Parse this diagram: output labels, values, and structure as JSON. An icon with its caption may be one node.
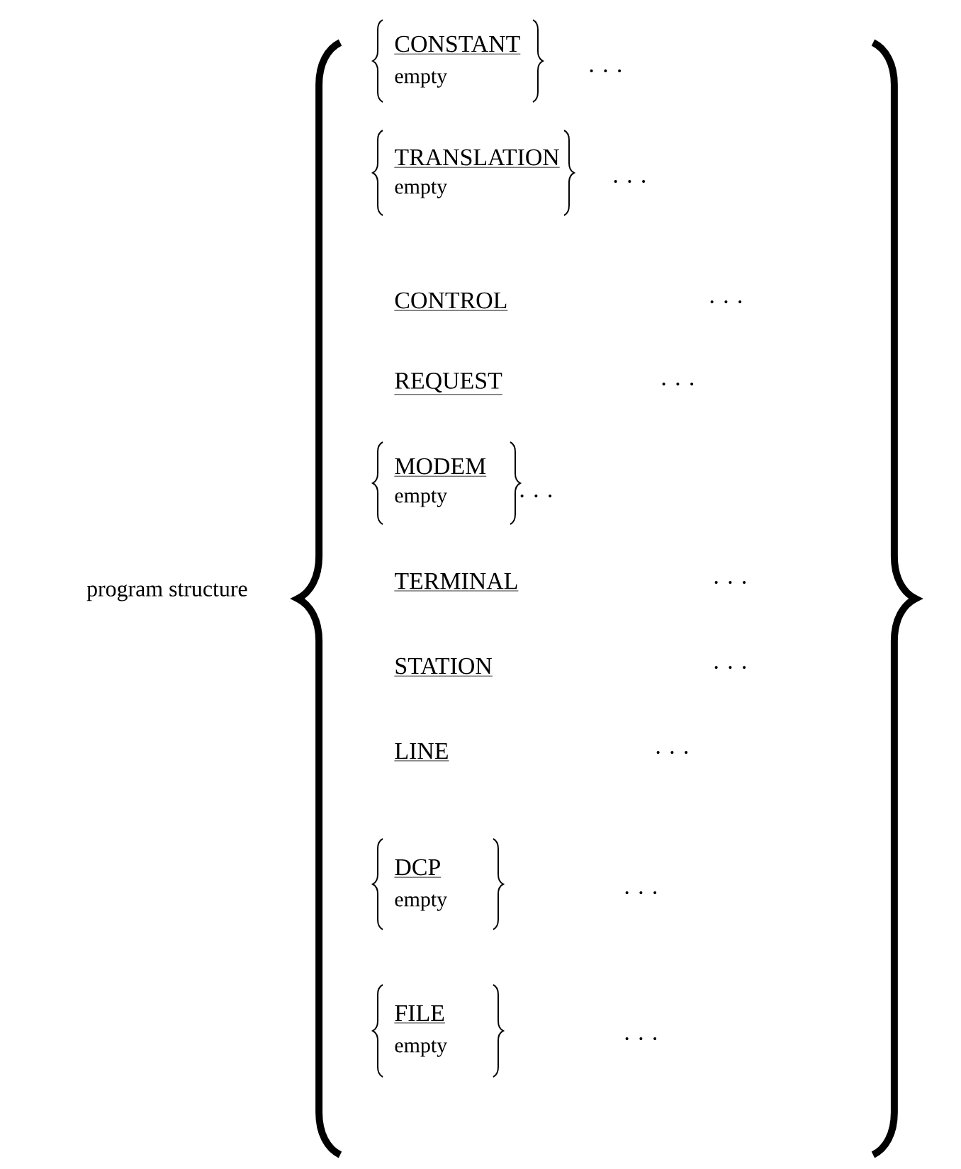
{
  "diagram": {
    "labels": [
      "CONSTANT",
      "empty",
      ". . .",
      "TRANSLATION",
      "empty",
      ". . .",
      "CONTROL",
      ". . .",
      "REQUEST",
      ". . .",
      "MODEM",
      "empty",
      ". . .",
      "program structure",
      "TERMINAL",
      ". . .",
      "STATION",
      ". . .",
      "LINE",
      ". . .",
      "DCP",
      "empty",
      ". . .",
      "FILE",
      "empty",
      ". . ."
    ]
  }
}
